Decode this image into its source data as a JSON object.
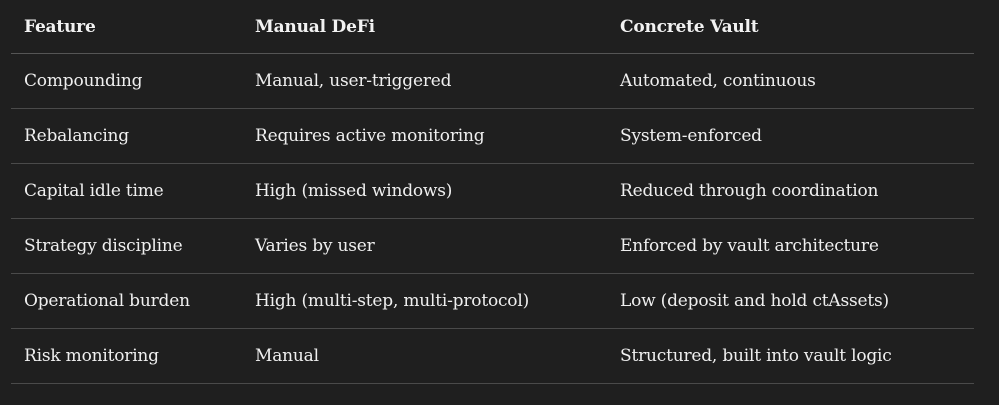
{
  "table": {
    "headers": [
      "Feature",
      "Manual DeFi",
      "Concrete Vault"
    ],
    "rows": [
      [
        "Compounding",
        "Manual, user-triggered",
        "Automated, continuous"
      ],
      [
        "Rebalancing",
        "Requires active monitoring",
        "System-enforced"
      ],
      [
        "Capital idle time",
        "High (missed windows)",
        "Reduced through coordination"
      ],
      [
        "Strategy discipline",
        "Varies by user",
        "Enforced by vault architecture"
      ],
      [
        "Operational burden",
        "High (multi-step, multi-protocol)",
        "Low (deposit and hold ctAssets)"
      ],
      [
        "Risk monitoring",
        "Manual",
        "Structured, built into vault logic"
      ]
    ]
  }
}
